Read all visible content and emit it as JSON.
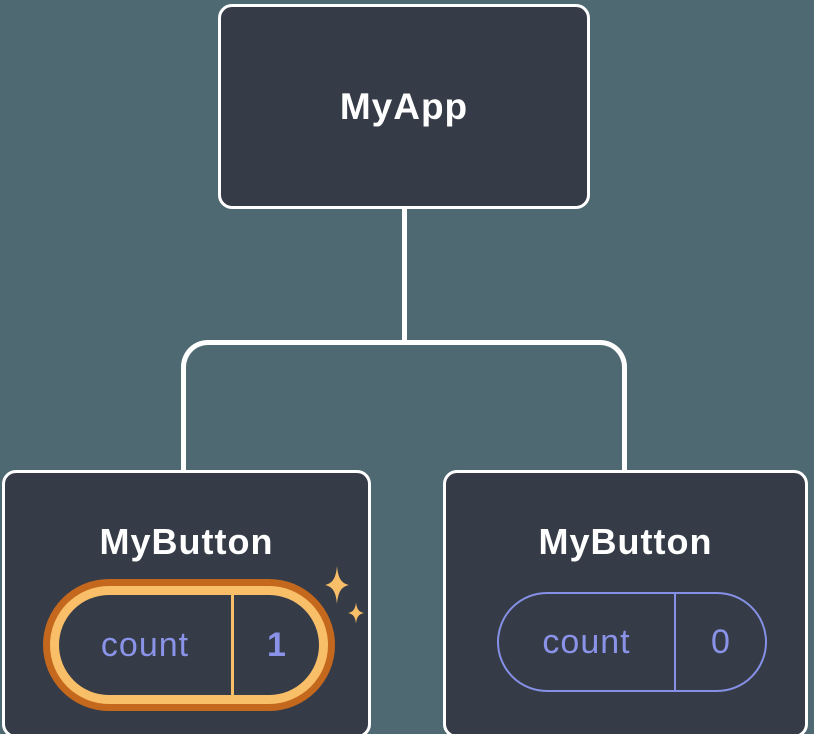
{
  "colors": {
    "background": "#4E6972",
    "node_fill": "#353B47",
    "node_border": "#FFFFFF",
    "state_text": "#8A93E8",
    "state_border": "#8590E6",
    "highlight_outer": "#C4681D",
    "highlight_inner": "#F9BE68"
  },
  "tree": {
    "root": {
      "label": "MyApp"
    },
    "children": [
      {
        "label": "MyButton",
        "state": {
          "name": "count",
          "value": "1"
        },
        "highlighted": true,
        "icon": "sparkles-icon"
      },
      {
        "label": "MyButton",
        "state": {
          "name": "count",
          "value": "0"
        },
        "highlighted": false
      }
    ]
  }
}
